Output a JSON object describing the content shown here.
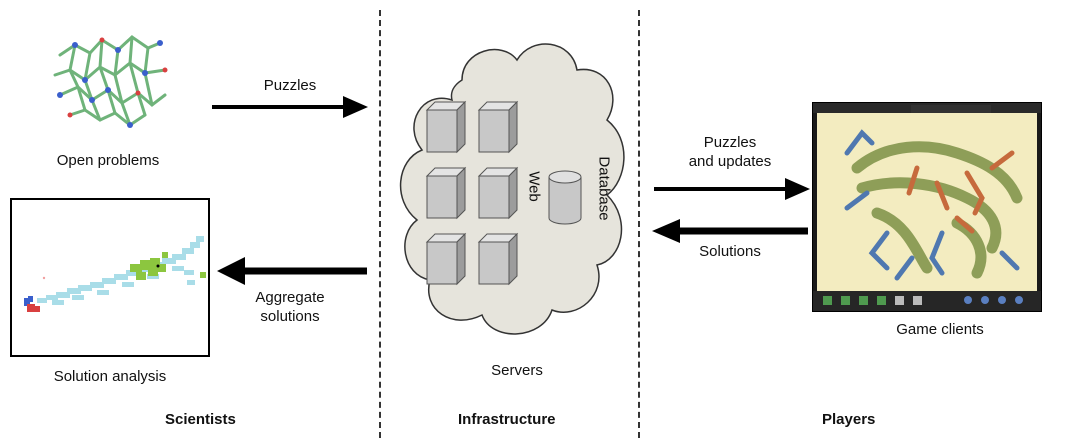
{
  "labels": {
    "open_problems": "Open problems",
    "solution_analysis": "Solution analysis",
    "puzzles": "Puzzles",
    "aggregate_line1": "Aggregate",
    "aggregate_line2": "solutions",
    "web": "Web",
    "database": "Database",
    "servers": "Servers",
    "puzzles_updates_line1": "Puzzles",
    "puzzles_updates_line2": "and updates",
    "solutions": "Solutions",
    "game_clients": "Game clients"
  },
  "sections": {
    "scientists": "Scientists",
    "infrastructure": "Infrastructure",
    "players": "Players"
  },
  "colors": {
    "cloud_fill": "#e6e4dc",
    "server_box": "#c8c8c8",
    "arrow": "#000000",
    "divider": "#333333"
  }
}
